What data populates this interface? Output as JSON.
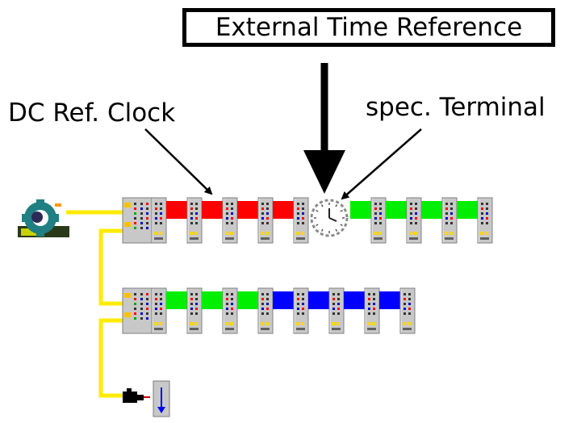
{
  "labels": {
    "external_time_reference": "External Time Reference",
    "dc_ref_clock": "DC Ref. Clock",
    "spec_terminal": "spec. Terminal"
  },
  "colors": {
    "link": "#ffeb00",
    "red": "#ff0000",
    "green": "#00ee00",
    "blue": "#0000ff",
    "terminal_gray": "#c8c8c8"
  },
  "icons": {
    "master": "ethercat-master-gear-icon",
    "clock": "clock-icon",
    "end_device": "camera-icon",
    "end_terminal": "end-terminal-icon"
  },
  "rows": [
    [
      "coupler",
      "io",
      "red",
      "io",
      "red",
      "io",
      "red",
      "io",
      "red",
      "io",
      "clock",
      "green",
      "io",
      "green",
      "io",
      "green",
      "io",
      "green",
      "io"
    ],
    [
      "coupler",
      "io",
      "green",
      "io",
      "green",
      "io",
      "green",
      "io",
      "blue",
      "io",
      "blue",
      "io",
      "blue",
      "io",
      "blue",
      "io"
    ]
  ]
}
